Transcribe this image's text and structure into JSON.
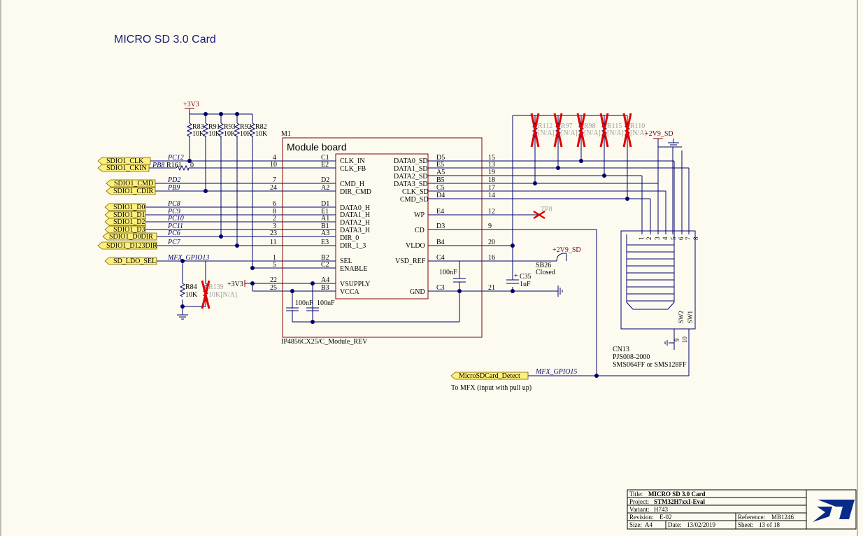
{
  "page_title": "MICRO SD 3.0 Card",
  "power": {
    "v33_top": "+3V3",
    "v33_module": "+3V3",
    "v29_top": "+2V9_SD",
    "v29_mid": "+2V9_SD"
  },
  "pullups": [
    {
      "ref": "R83",
      "value": "10K"
    },
    {
      "ref": "R91",
      "value": "10K"
    },
    {
      "ref": "R93",
      "value": "10K"
    },
    {
      "ref": "R92",
      "value": "10K"
    },
    {
      "ref": "R82",
      "value": "10K"
    }
  ],
  "dnp_resistors": [
    {
      "ref": "R112",
      "value": "[N/A]"
    },
    {
      "ref": "R97",
      "value": "[N/A]"
    },
    {
      "ref": "R98",
      "value": "[N/A]"
    },
    {
      "ref": "R115",
      "value": "[N/A]"
    },
    {
      "ref": "R110",
      "value": "[N/A]"
    }
  ],
  "r161": {
    "ref": "R161",
    "value": "0",
    "pin_name": "PB8"
  },
  "r84": {
    "ref": "R84",
    "value": "10K"
  },
  "r139": {
    "ref": "R139",
    "value": "10K[N/A]"
  },
  "module": {
    "ref": "M1",
    "title": "Module board",
    "part": "IP4856CX25/C_Module_REV",
    "left_pins": [
      {
        "num": "4",
        "ball": "C1",
        "name": "CLK_IN"
      },
      {
        "num": "10",
        "ball": "E2",
        "name": "CLK_FB"
      },
      {
        "num": "7",
        "ball": "D2",
        "name": "CMD_H"
      },
      {
        "num": "24",
        "ball": "A2",
        "name": "DIR_CMD"
      },
      {
        "num": "6",
        "ball": "D1",
        "name": "DATA0_H"
      },
      {
        "num": "8",
        "ball": "E1",
        "name": "DATA1_H"
      },
      {
        "num": "2",
        "ball": "A1",
        "name": "DATA2_H"
      },
      {
        "num": "3",
        "ball": "B1",
        "name": "DATA3_H"
      },
      {
        "num": "23",
        "ball": "A3",
        "name": "DIR_0"
      },
      {
        "num": "11",
        "ball": "E3",
        "name": "DIR_1_3"
      },
      {
        "num": "1",
        "ball": "B2",
        "name": "SEL"
      },
      {
        "num": "5",
        "ball": "C2",
        "name": "ENABLE"
      },
      {
        "num": "22",
        "ball": "A4",
        "name": "VSUPPLY"
      },
      {
        "num": "25",
        "ball": "B3",
        "name": "VCCA"
      }
    ],
    "right_pins": [
      {
        "num": "15",
        "ball": "D5",
        "name": "DATA0_SD"
      },
      {
        "num": "13",
        "ball": "E5",
        "name": "DATA1_SD"
      },
      {
        "num": "19",
        "ball": "A5",
        "name": "DATA2_SD"
      },
      {
        "num": "18",
        "ball": "B5",
        "name": "DATA3_SD"
      },
      {
        "num": "17",
        "ball": "C5",
        "name": "CLK_SD"
      },
      {
        "num": "14",
        "ball": "D4",
        "name": "CMD_SD"
      },
      {
        "num": "12",
        "ball": "E4",
        "name": "WP"
      },
      {
        "num": "9",
        "ball": "D3",
        "name": "CD"
      },
      {
        "num": "20",
        "ball": "B4",
        "name": "VLDO"
      },
      {
        "num": "16",
        "ball": "C4",
        "name": "VSD_REF"
      },
      {
        "num": "21",
        "ball": "C3",
        "name": "GND"
      }
    ],
    "cap_a": "100nF",
    "cap_b": "100nF",
    "cap_c": "100nF"
  },
  "nets": [
    {
      "label": "SDIO1_CLK",
      "port": "PC12"
    },
    {
      "label": "SDIO1_CKIN",
      "port": ""
    },
    {
      "label": "SDIO1_CMD",
      "port": "PD2"
    },
    {
      "label": "SDIO1_CDIR",
      "port": "PB9"
    },
    {
      "label": "SDIO1_D0",
      "port": "PC8"
    },
    {
      "label": "SDIO1_D1",
      "port": "PC9"
    },
    {
      "label": "SDIO1_D2",
      "port": "PC10"
    },
    {
      "label": "SDIO1_D3",
      "port": "PC11"
    },
    {
      "label": "SDIO1_D0DIR",
      "port": "PC6"
    },
    {
      "label": "SDIO1_D123DIR",
      "port": "PC7"
    },
    {
      "label": "SD_LDO_SEL",
      "port": "MFX_GPIO13"
    }
  ],
  "tp8": "TP8",
  "sb26": {
    "ref": "SB26",
    "state": "Closed"
  },
  "c35": {
    "ref": "C35",
    "value": "1uF"
  },
  "connector": {
    "ref": "CN13",
    "part": "PJS008-2000",
    "desc": "SMS064FF or SMS128FF",
    "pins": [
      "1",
      "2",
      "3",
      "4",
      "5",
      "6",
      "7",
      "8"
    ],
    "sw2": "SW2",
    "sw1": "SW1",
    "shell_9": "9",
    "shell_10": "10"
  },
  "detect": {
    "label": "MicroSDCard_Detect",
    "port": "MFX_GPIO15",
    "note": "To MFX  (input with pull up)"
  },
  "title_block": {
    "title_label": "Title:",
    "title": "MICRO SD 3.0 Card",
    "project_label": "Project:",
    "project": "STM32H7xxI-Eval",
    "variant_label": "Variant:",
    "variant": "H743",
    "revision_label": "Revision:",
    "revision": "E-02",
    "reference_label": "Reference:",
    "reference": "MB1246",
    "size_label": "Size:",
    "size": "A4",
    "date_label": "Date:",
    "date": "13/02/2019",
    "sheet_label": "Sheet:",
    "sheet": "13  of  18"
  },
  "colors": {
    "wire": "#00006e",
    "label_fill": "#fff07a",
    "power": "#800000",
    "dnp": "#e00000",
    "background": "#fdfbf0"
  }
}
